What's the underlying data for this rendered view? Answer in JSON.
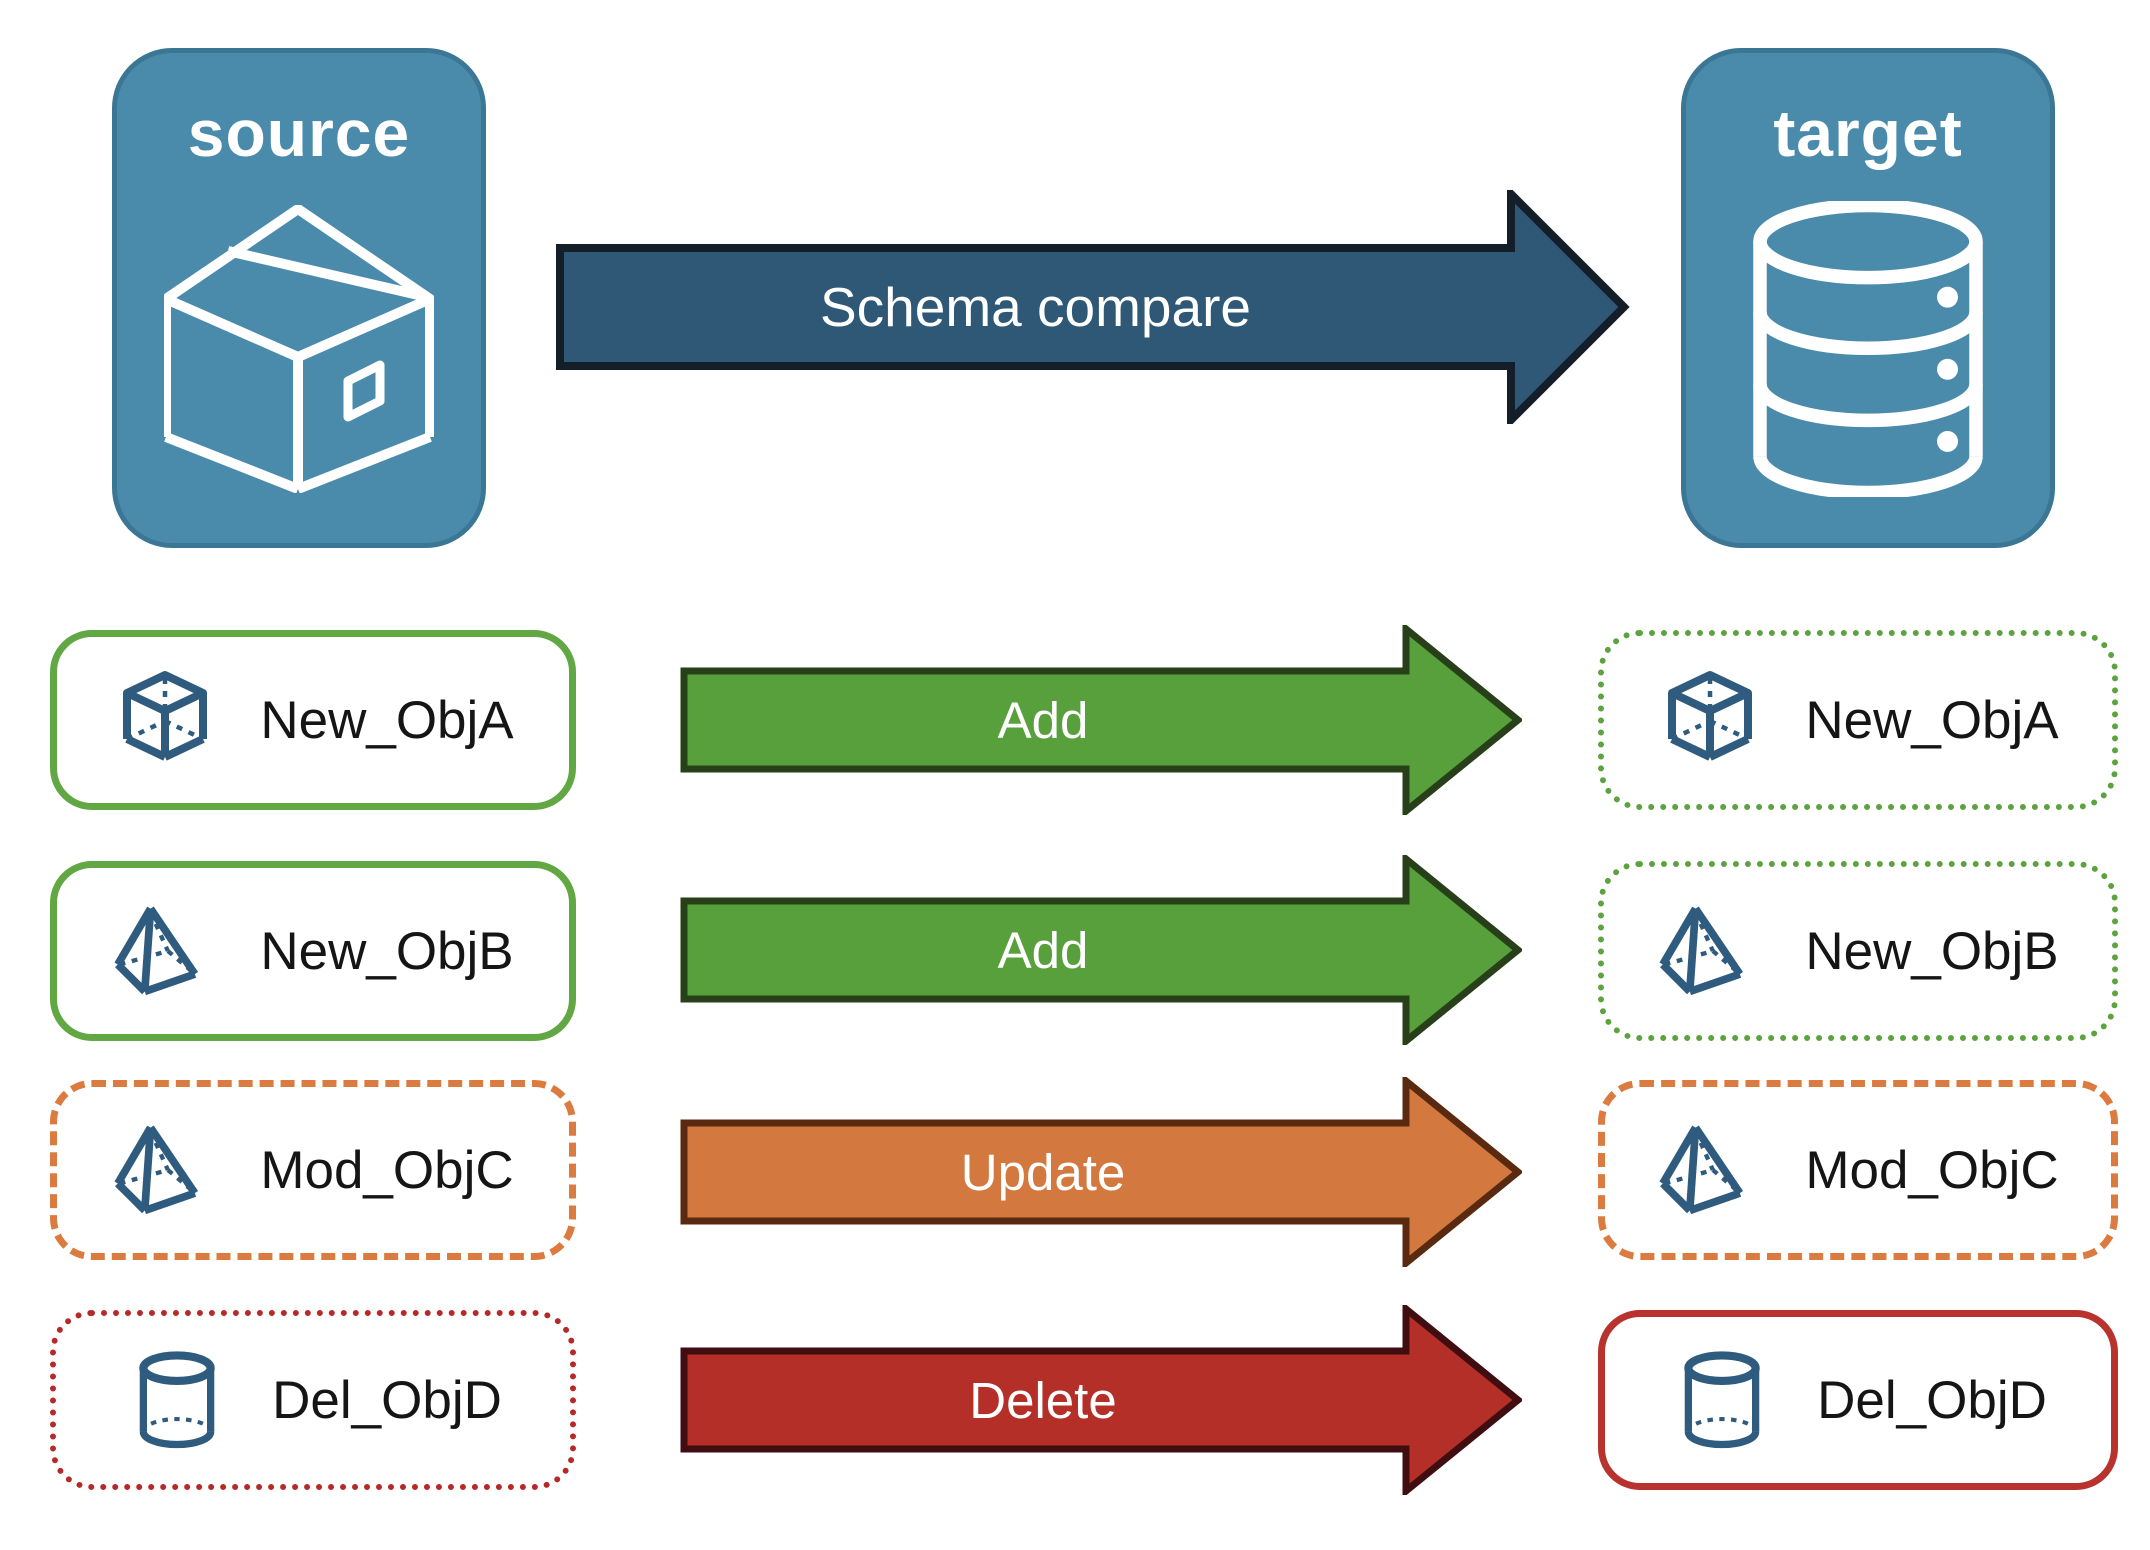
{
  "palette": {
    "node_blue": "#4A8BAC",
    "node_blue_border": "#3B7695",
    "schema_arrow_fill": "#2E5876",
    "schema_arrow_border": "#141E29",
    "add_fill": "#58A03C",
    "add_border": "#27401A",
    "update_fill": "#D3783E",
    "update_border": "#592A10",
    "delete_fill": "#B52F29",
    "delete_border": "#400E10",
    "green_solid": "#61A844",
    "green_dotted": "#5CA23F",
    "orange_dashed": "#DC7B40",
    "red_dotted": "#B62929",
    "red_solid": "#B8322E",
    "icon_blue": "#2F5C7E",
    "label_text": "#151515",
    "arrow_text": "#FFFFFF"
  },
  "nodes": {
    "source": {
      "title": "source",
      "icon": "package-icon"
    },
    "target": {
      "title": "target",
      "icon": "database-icon"
    }
  },
  "schema_arrow": {
    "label": "Schema compare"
  },
  "rows": [
    {
      "left": {
        "label": "New_ObjA",
        "icon": "cube-icon",
        "style": "solid-green"
      },
      "arrow": {
        "label": "Add",
        "color": "green"
      },
      "right": {
        "label": "New_ObjA",
        "icon": "cube-icon",
        "style": "dotted-green"
      }
    },
    {
      "left": {
        "label": "New_ObjB",
        "icon": "pyramid-icon",
        "style": "solid-green"
      },
      "arrow": {
        "label": "Add",
        "color": "green"
      },
      "right": {
        "label": "New_ObjB",
        "icon": "pyramid-icon",
        "style": "dotted-green"
      }
    },
    {
      "left": {
        "label": "Mod_ObjC",
        "icon": "pyramid-icon",
        "style": "dashed-orange"
      },
      "arrow": {
        "label": "Update",
        "color": "orange"
      },
      "right": {
        "label": "Mod_ObjC",
        "icon": "pyramid-icon",
        "style": "dashed-orange"
      }
    },
    {
      "left": {
        "label": "Del_ObjD",
        "icon": "cylinder-icon",
        "style": "dotted-red"
      },
      "arrow": {
        "label": "Delete",
        "color": "red"
      },
      "right": {
        "label": "Del_ObjD",
        "icon": "cylinder-icon",
        "style": "solid-red"
      }
    }
  ]
}
